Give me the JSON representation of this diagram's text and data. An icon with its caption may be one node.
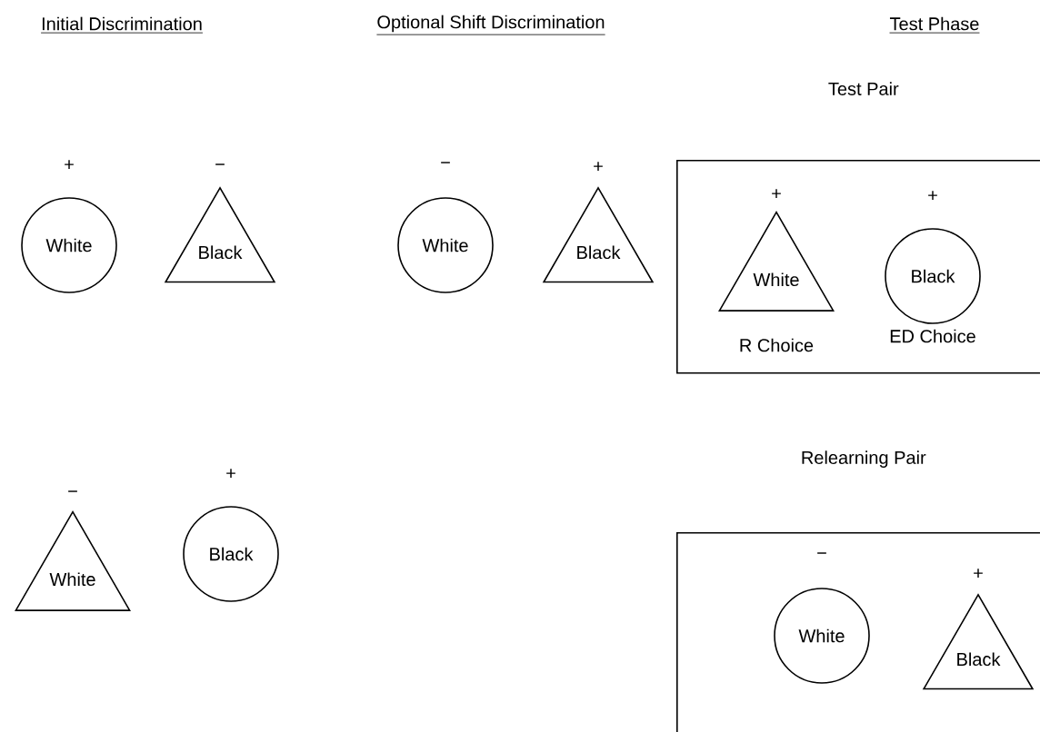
{
  "diagram": {
    "nodes": [
      {
        "text": [
          "White"
        ],
        "beside": [
          "+"
        ]
      },
      {
        "text": [
          "Black"
        ],
        "beside": [
          "−"
        ]
      },
      {
        "text": [
          "White"
        ],
        "beside": [
          "−"
        ]
      },
      {
        "text": [
          "Black"
        ],
        "beside": [
          "+"
        ]
      },
      {
        "text": [
          "Test Pair"
        ]
      },
      {
        "text": [
          "White"
        ],
        "beside": [
          "+",
          "R Choice"
        ],
        "in": 4
      },
      {
        "text": [
          "Black"
        ],
        "beside": [
          "+",
          "ED Choice"
        ],
        "in": 4
      },
      {
        "text": [
          "White"
        ],
        "beside": [
          "−"
        ]
      },
      {
        "text": [
          "Black"
        ],
        "beside": [
          "+"
        ]
      },
      {
        "text": [
          "Relearning Pair"
        ]
      },
      {
        "text": [
          "White"
        ],
        "beside": [
          "−"
        ],
        "in": 9
      },
      {
        "text": [
          "Black"
        ],
        "beside": [
          "+"
        ],
        "in": 9
      }
    ],
    "labels": [
      "Initial Discrimination",
      "Optional Shift Discrimination",
      "Test Phase"
    ]
  }
}
